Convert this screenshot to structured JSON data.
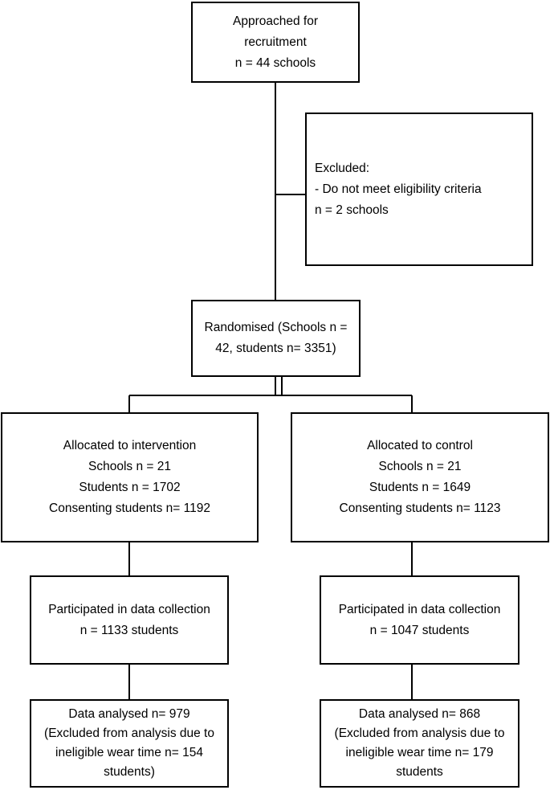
{
  "approached": {
    "title_line1": "Approached for",
    "title_line2": "recruitment",
    "count": "n = 44 schools"
  },
  "excluded": {
    "title": "Excluded:",
    "reason": "- Do not meet eligibility criteria",
    "count": "n = 2 schools"
  },
  "randomised": {
    "line1": "Randomised (Schools n =",
    "line2": "42, students n= 3351)"
  },
  "intervention": {
    "title": "Allocated to intervention",
    "schools": "Schools n = 21",
    "students": "Students n = 1702",
    "consenting": "Consenting students n= 1192"
  },
  "control": {
    "title": "Allocated to control",
    "schools": "Schools n = 21",
    "students": "Students n = 1649",
    "consenting": "Consenting students n= 1123"
  },
  "intervention_participation": {
    "title": "Participated in data collection",
    "count": "n = 1133 students"
  },
  "control_participation": {
    "title": "Participated in data collection",
    "count": "n =  1047 students"
  },
  "intervention_analysis": {
    "line1": "Data analysed n= 979",
    "line2": "(Excluded from analysis due to",
    "line3": "ineligible wear time n= 154",
    "line4": "students)"
  },
  "control_analysis": {
    "line1": "Data analysed n= 868",
    "line2": "(Excluded from analysis due to",
    "line3": "ineligible wear time n= 179",
    "line4": "students"
  }
}
